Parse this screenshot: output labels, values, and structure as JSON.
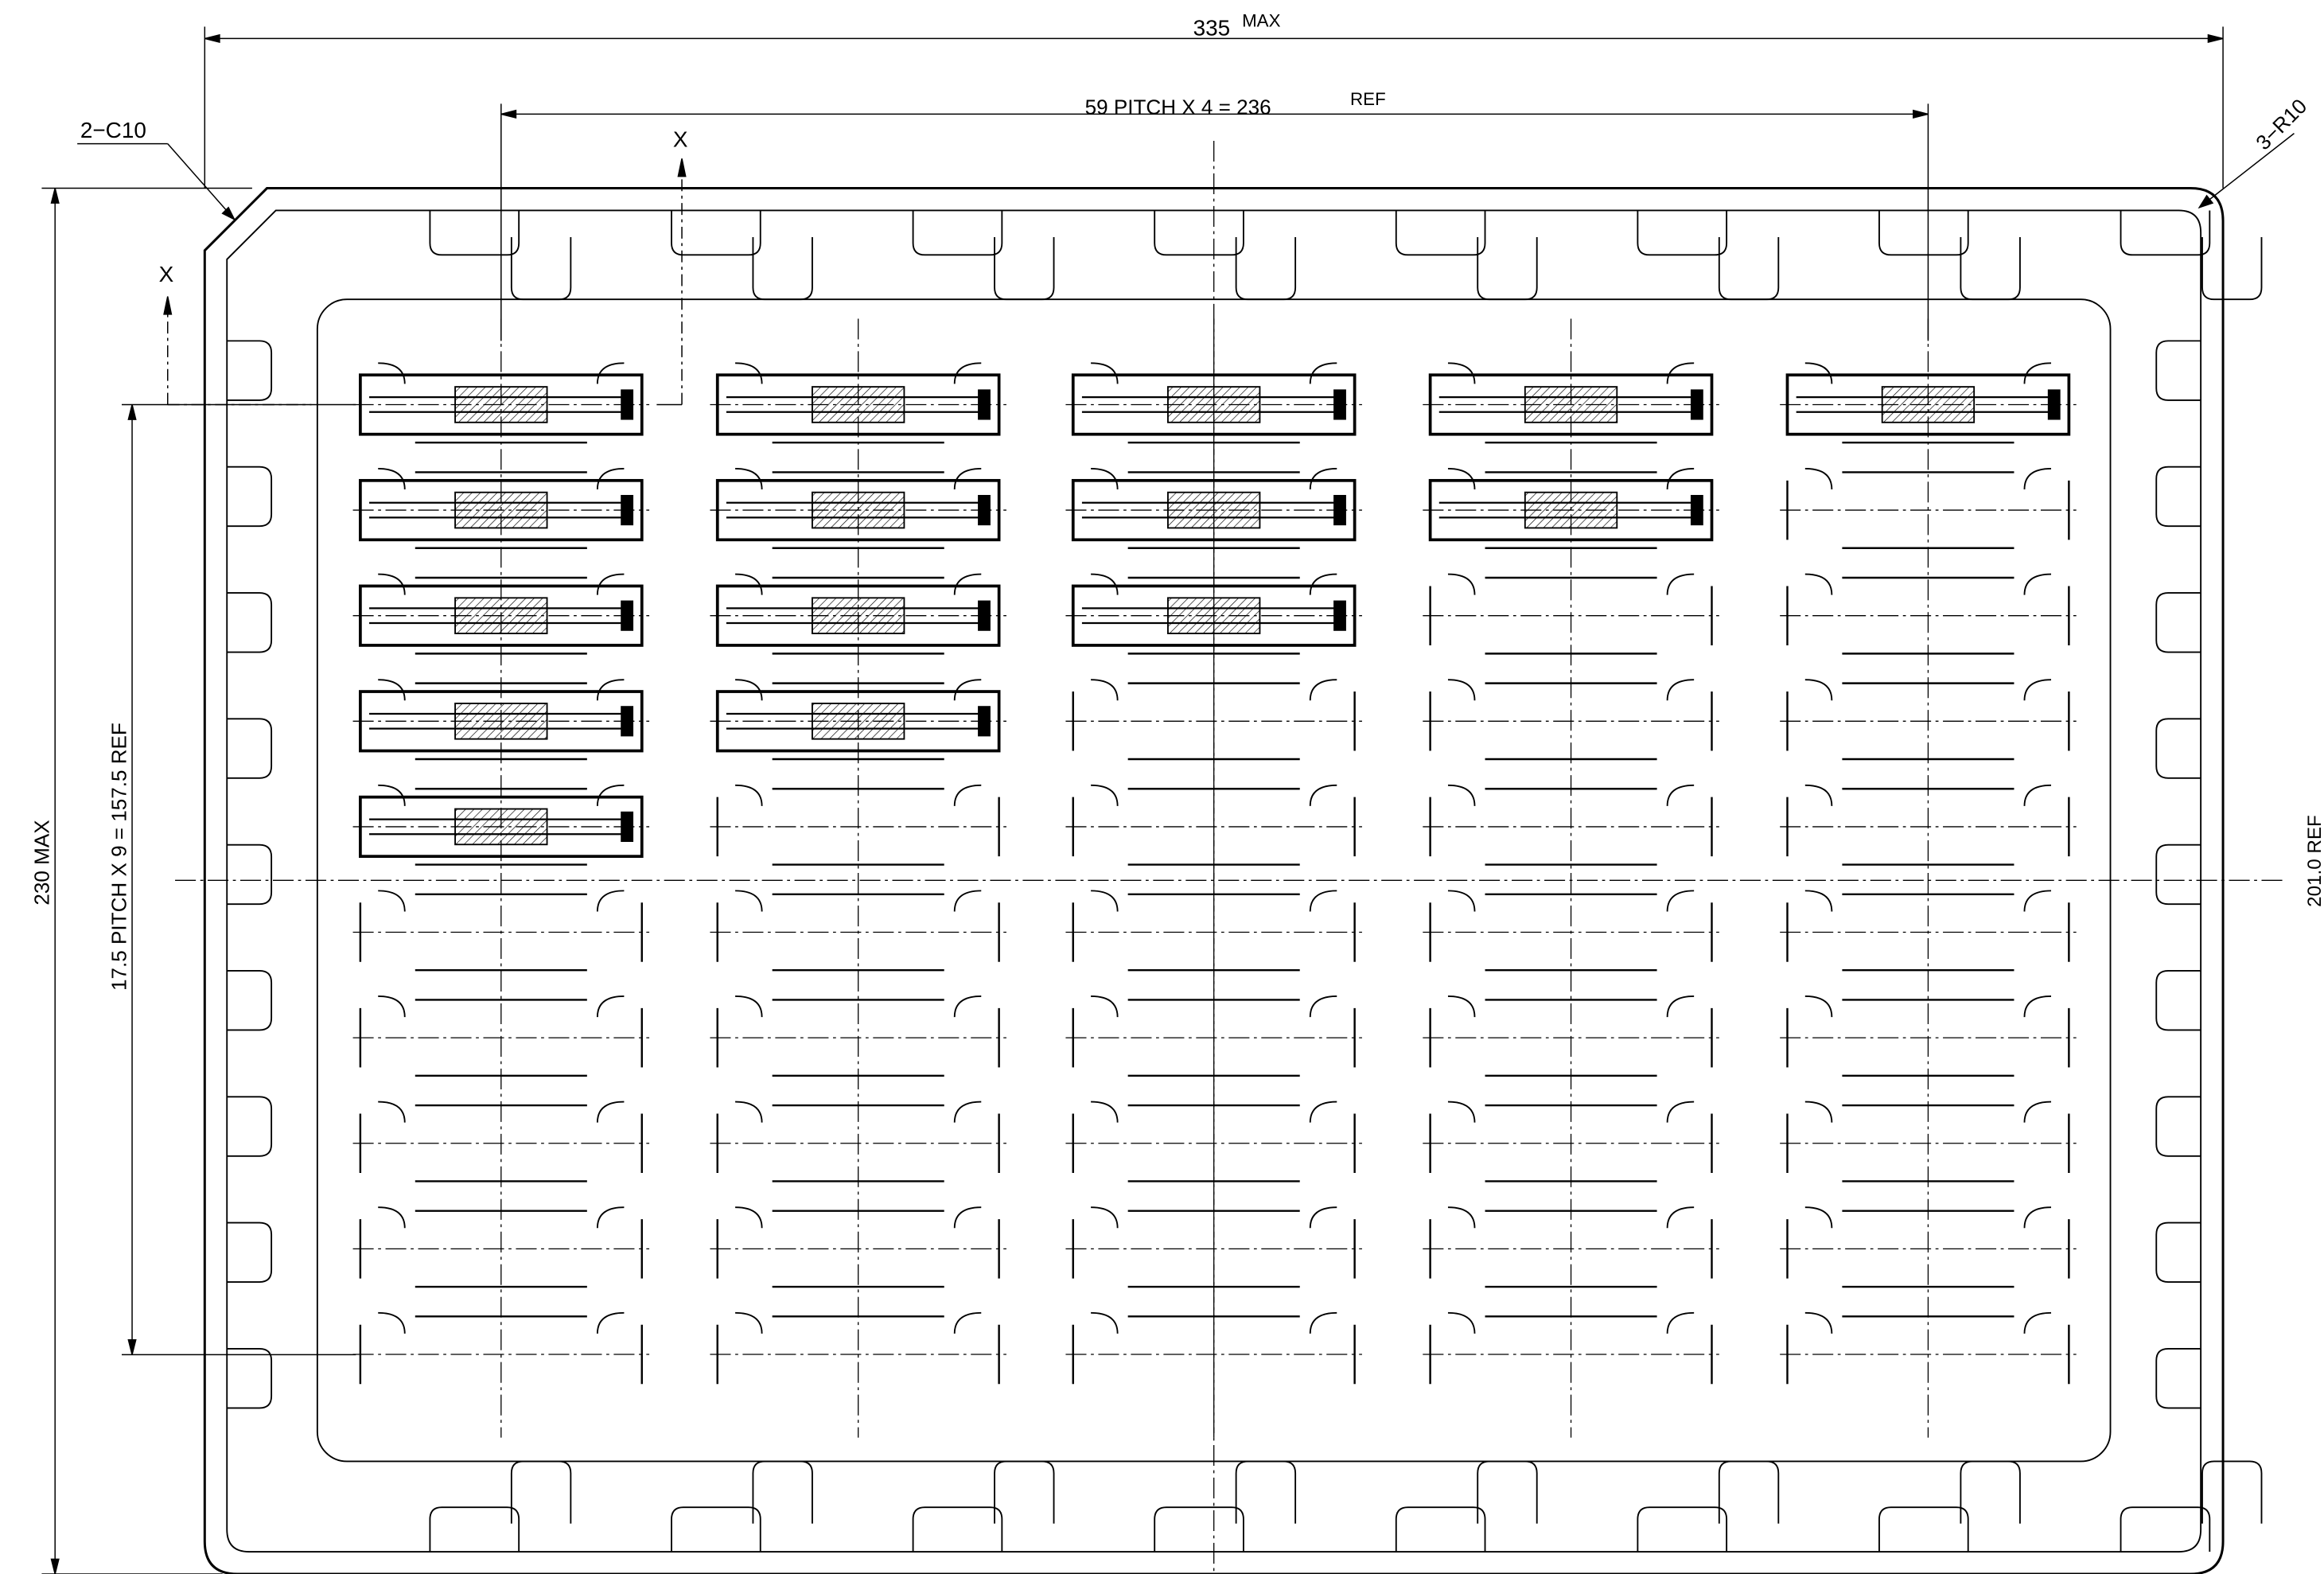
{
  "drawing": {
    "overall_width_value": "335",
    "overall_width_suffix": "MAX",
    "pitch_x_value": "59  PITCH  X  4  =  236",
    "pitch_x_suffix": "REF",
    "overall_height_label": "230 MAX",
    "pitch_y_label": "17.5  PITCH  X  9  =  157.5 REF",
    "chamfer_label": "2−C10",
    "radius_label": "3−R10",
    "section_mark_left": "X",
    "section_mark_top": "X",
    "right_edge_label": "201.0 REF"
  },
  "tray": {
    "columns": 5,
    "rows": 10,
    "loaded_per_column": [
      5,
      4,
      3,
      2,
      1
    ]
  }
}
